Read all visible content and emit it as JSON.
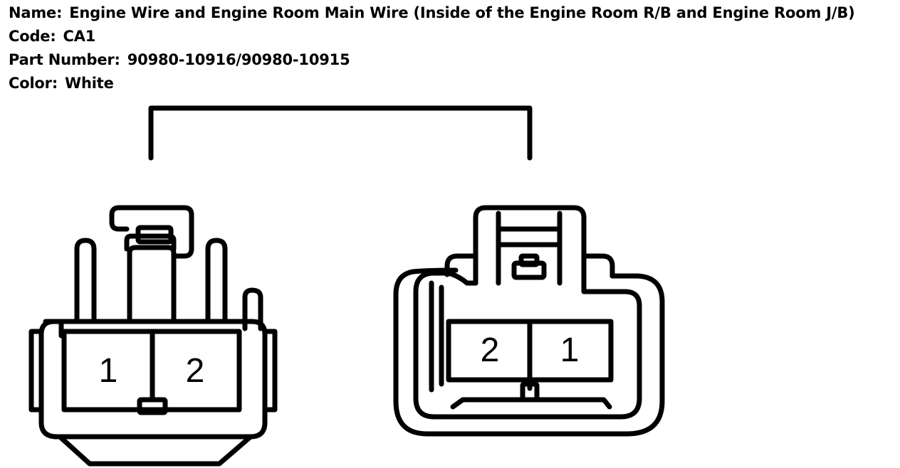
{
  "info": {
    "name_label": "Name:",
    "name_value": "Engine Wire and Engine Room Main Wire (Inside of the Engine Room R/B and Engine Room J/B)",
    "code_label": "Code:",
    "code_value": "CA1",
    "part_label": "Part Number:",
    "part_value": "90980-10916/90980-10915",
    "color_label": "Color:",
    "color_value": "White"
  },
  "connectors": {
    "left": {
      "pin_a": "1",
      "pin_b": "2"
    },
    "right": {
      "pin_a": "2",
      "pin_b": "1"
    }
  }
}
